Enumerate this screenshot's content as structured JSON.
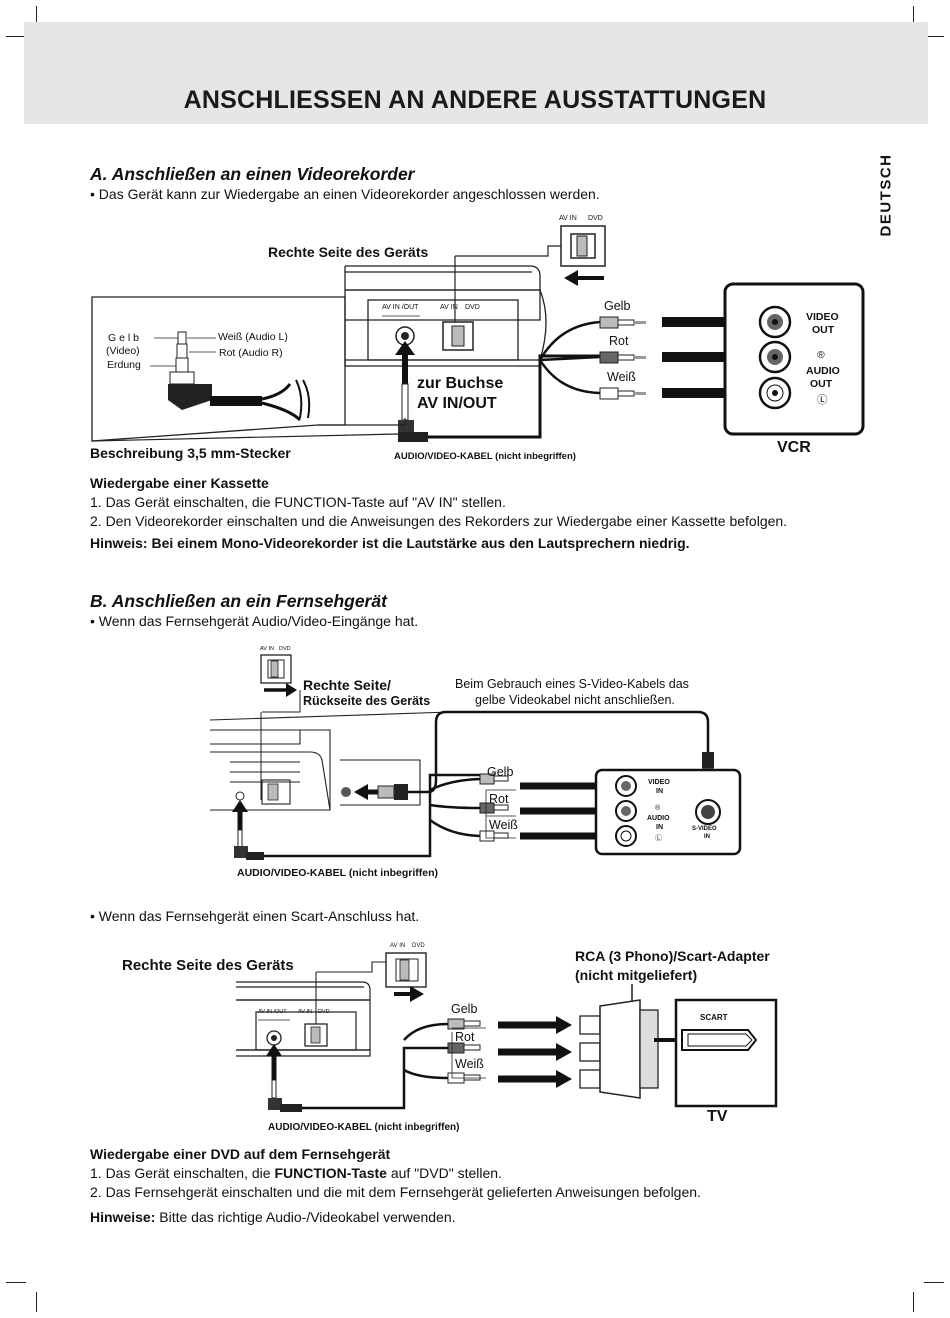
{
  "page": {
    "title": "ANSCHLIESSEN AN ANDERE AUSSTATTUNGEN",
    "side_tab": "DEUTSCH"
  },
  "section_a": {
    "heading": "A. Anschließen an einen Videorekorder",
    "intro": "•  Das Gerät kann zur Wiedergabe an einen Videorekorder angeschlossen werden.",
    "diagram": {
      "switch_label_left": "AV IN",
      "switch_label_right": "DVD",
      "right_side_label": "Rechte Seite des Geräts",
      "panel_label_1": "AV IN /OUT",
      "panel_label_2": "AV IN",
      "panel_label_3": "DVD",
      "plug_gelb": "G e l b",
      "plug_video": "(Video)",
      "plug_erdung": "Erdung",
      "plug_weiss": "Weiß (Audio L)",
      "plug_rot": "Rot (Audio R)",
      "zur_buchse_1": "zur Buchse",
      "zur_buchse_2": "AV IN/OUT",
      "cable_gelb": "Gelb",
      "cable_rot": "Rot",
      "cable_weiss": "Weiß",
      "vcr_video_out_1": "VIDEO",
      "vcr_video_out_2": "OUT",
      "vcr_r": "®",
      "vcr_audio_out_1": "AUDIO",
      "vcr_audio_out_2": "OUT",
      "vcr_l": "Ⓛ",
      "vcr_label": "VCR",
      "plug_caption": "Beschreibung 3,5 mm-Stecker",
      "cable_caption": "AUDIO/VIDEO-KABEL (nicht inbegriffen)"
    },
    "playback_heading": "Wiedergabe einer Kassette",
    "steps": [
      "1. Das Gerät einschalten, die FUNCTION-Taste auf \"AV IN\" stellen.",
      "2. Den Videorekorder einschalten und die Anweisungen des Rekorders zur Wiedergabe einer Kassette befolgen."
    ],
    "hint": "Hinweis: Bei einem Mono-Videorekorder ist die Lautstärke aus den Lautsprechern niedrig."
  },
  "section_b": {
    "heading": "B. Anschließen an ein Fernsehgerät",
    "intro_av": "•  Wenn das Fernsehgerät Audio/Video-Eingänge hat.",
    "diagram_av": {
      "switch_label_left": "AV IN",
      "switch_label_right": "DVD",
      "side_label_1": "Rechte Seite/",
      "side_label_2": "Rückseite des Geräts",
      "svideo_note_1": "Beim Gebrauch eines S-Video-Kabels das",
      "svideo_note_2": "gelbe Videokabel nicht anschließen.",
      "cable_gelb": "Gelb",
      "cable_rot": "Rot",
      "cable_weiss": "Weiß",
      "tv_video_in_1": "VIDEO",
      "tv_video_in_2": "IN",
      "tv_r": "®",
      "tv_audio": "AUDIO",
      "tv_in": "IN",
      "tv_l": "Ⓛ",
      "tv_svideo_1": "S-VIDEO",
      "tv_svideo_2": "IN",
      "cable_caption": "AUDIO/VIDEO-KABEL (nicht inbegriffen)"
    },
    "intro_scart": "•  Wenn das Fernsehgerät einen Scart-Anschluss hat.",
    "diagram_scart": {
      "switch_label_left": "AV IN",
      "switch_label_right": "DVD",
      "right_side_label": "Rechte Seite des Geräts",
      "panel_label_1": "AV IN /OUT",
      "panel_label_2": "AV IN",
      "panel_label_3": "DVD",
      "adapter_1": "RCA (3 Phono)/Scart-Adapter",
      "adapter_2": "(nicht mitgeliefert)",
      "cable_gelb": "Gelb",
      "cable_rot": "Rot",
      "cable_weiss": "Weiß",
      "scart_label": "SCART",
      "tv_label": "TV",
      "cable_caption": "AUDIO/VIDEO-KABEL (nicht inbegriffen)"
    },
    "playback_heading": "Wiedergabe einer DVD auf dem Fernsehgerät",
    "step1_prefix": "1. Das Gerät einschalten, die ",
    "step1_bold": "FUNCTION-Taste",
    "step1_suffix": " auf \"DVD\" stellen.",
    "step2": "2. Das Fernsehgerät einschalten und die mit dem Fernsehgerät gelieferten Anweisungen befolgen.",
    "hint_label": "Hinweise:",
    "hint_text": " Bitte das richtige Audio-/Videokabel verwenden."
  }
}
